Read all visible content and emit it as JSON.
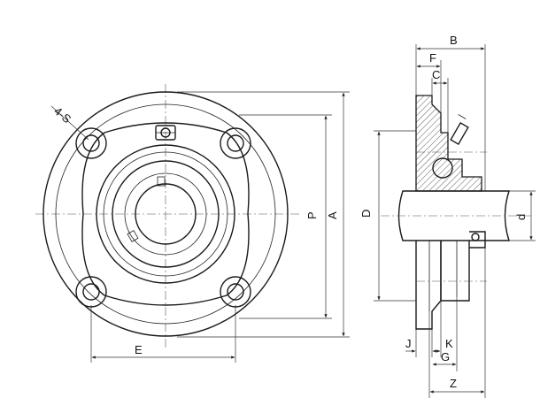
{
  "labels": {
    "four_s": "4-S",
    "E": "E",
    "P": "P",
    "A": "A",
    "D": "D",
    "d": "d",
    "B": "B",
    "F": "F",
    "C": "C",
    "J": "J",
    "K": "K",
    "G": "G",
    "Z": "Z"
  },
  "colors": {
    "stroke": "#1a1a1a",
    "background": "#ffffff"
  }
}
